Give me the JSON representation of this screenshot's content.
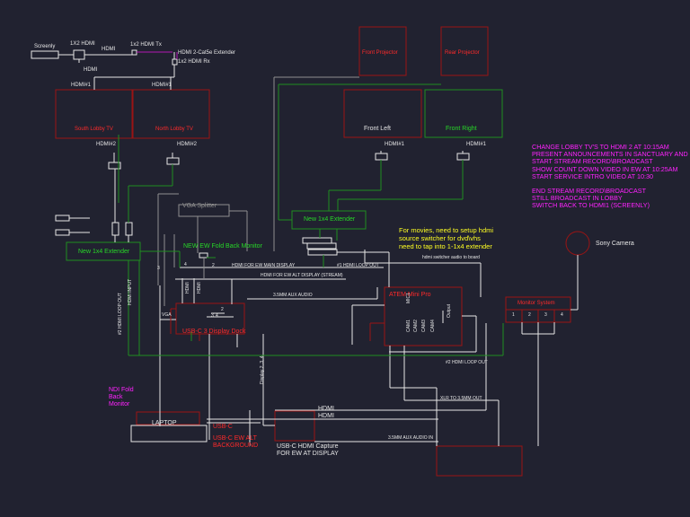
{
  "devices": {
    "screenly": "Screenly",
    "hdmi_1x2": "1X2 HDMI",
    "hdmi_1x2_tx": "1x2 HDMI Tx",
    "extender_cat5e": "HDMI 2-Cat5e Extender",
    "hdmi_1x2_rx": "1x2 HDMI Rx",
    "front_projector": "Front Projector",
    "rear_projector": "Rear Projector",
    "south_lobby_tv": "South Lobby TV",
    "north_lobby_tv": "North Lobby TV",
    "front_left": "Front Left",
    "front_right": "Front Right",
    "extender_left": "New 1x4 Extender",
    "extender_center": "New 1x4 Extender",
    "vga_splitter": "VGA Splitter",
    "ew_fold_back": "NEW EW Fold Back Monitor",
    "usbc_dock": "USB-C 3 Display Dock",
    "atem": "ATEM Mini Pro",
    "monitor_system": "Monitor System",
    "sony_camera": "Sony Camera",
    "ndi_fold_back": "NDI Fold Back Monitor",
    "laptop": "LAPTOP",
    "usbc": "USB-C",
    "usbc_ew_alt": "USB-C EW ALT BACKGROUND",
    "usbc_capture": "USB-C HDMI Capture FOR EW AT DISPLAY"
  },
  "monitor_ports": [
    "1",
    "2",
    "3",
    "4"
  ],
  "labels": {
    "hdmi": "HDMI",
    "hdmi1": "HDMI#1",
    "hdmi2": "HDMI#2",
    "hdmi_ew_main": "HDMI FOR EW MAIN DISPLAY",
    "hdmi_ew_alt": "HDMI FOR EW ALT DISPLAY (STREAM)",
    "hdmi1_loop_out": "#1 HDMI LOOP OUT",
    "hdmi2_loop_out": "#2 HDMI LOOP OUT",
    "hdmi2_loop_out_v": "#2 HDMI LOOP OUT",
    "hdmi_input": "HDMI INPUT",
    "aux_35": "3.5MM AUX AUDIO",
    "aux_35_in": "3.5MM AUX AUDIO IN",
    "xlr": "XLR TO 3.5MM OUT",
    "hdmi_switcher_audio": "hdmi switcher audio to board",
    "vga": "VGA",
    "display_234": "Display 2, 3, 4",
    "output": "Output",
    "mic1": "MIC1",
    "cam1": "CAM1",
    "cam2": "CAM2",
    "cam3": "CAM3",
    "cam4": "CAM4",
    "hdmi_v": "HDMI",
    "n2": "2",
    "n3": "3",
    "n4": "4",
    "n2b": "2",
    "n3b": "3",
    "n4b": "4"
  },
  "notes": {
    "movies": [
      "For movies, need to setup hdmi",
      "source switcher for dvd\\vhs",
      "need to tap into 1-1x4 extender"
    ],
    "instructions": [
      "CHANGE LOBBY TV'S TO HDMI 2 AT 10:15AM",
      "PRESENT ANNOUNCEMENTS IN SANCTUARY AND LO",
      "START STREAM RECORD\\BROADCAST",
      "SHOW COUNT DOWN VIDEO IN EW AT 10:25AM",
      "START SERVICE INTRO VIDEO AT 10:30",
      "",
      "END STREAM RECORD\\BROADCAST",
      "STILL BROADCAST IN LOBBY",
      "SWITCH BACK TO HDMI1 (SCREENLY)"
    ]
  },
  "colors": {
    "background": "#212230",
    "white": "#e6e6e6",
    "red": "#ff2a2a",
    "dark_red": "#9a1414",
    "green": "#27d827",
    "magenta": "#ff22ff",
    "yellow": "#ffff22",
    "gray": "#8f8f8f"
  }
}
